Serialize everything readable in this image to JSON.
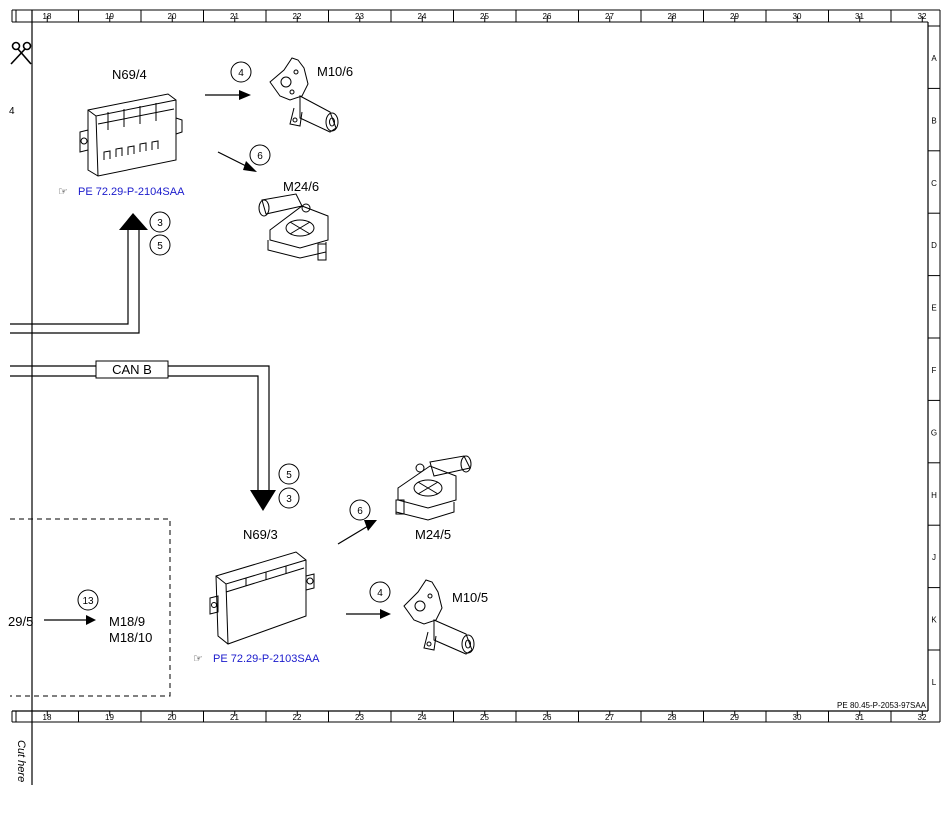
{
  "grid": {
    "columns": [
      "18",
      "19",
      "20",
      "21",
      "22",
      "23",
      "24",
      "25",
      "26",
      "27",
      "28",
      "29",
      "30",
      "31",
      "32"
    ],
    "rows": [
      "A",
      "B",
      "C",
      "D",
      "E",
      "F",
      "G",
      "H",
      "J",
      "K",
      "L"
    ]
  },
  "labels": {
    "n69_4": "N69/4",
    "m10_6": "M10/6",
    "m24_6": "M24/6",
    "ref_n69_4": "PE 72.29-P-2104SAA",
    "can_b": "CAN B",
    "n69_3": "N69/3",
    "m24_5": "M24/5",
    "m10_5": "M10/5",
    "ref_n69_3": "PE 72.29-P-2103SAA",
    "m18_9": "M18/9",
    "m18_10": "M18/10",
    "left_ref": "29/5",
    "left_top_mark": "4",
    "doc_number": "PE 80.45-P-2053-97SAA",
    "cut_here": "Cut here"
  },
  "callouts": {
    "c4_top": "4",
    "c6_top": "6",
    "c3_top": "3",
    "c5_top": "5",
    "c5_mid": "5",
    "c3_mid": "3",
    "c6_bot": "6",
    "c4_bot": "4",
    "c13": "13"
  },
  "icons": {
    "scissors": "scissors-icon",
    "hand": "pointing-hand-icon"
  }
}
